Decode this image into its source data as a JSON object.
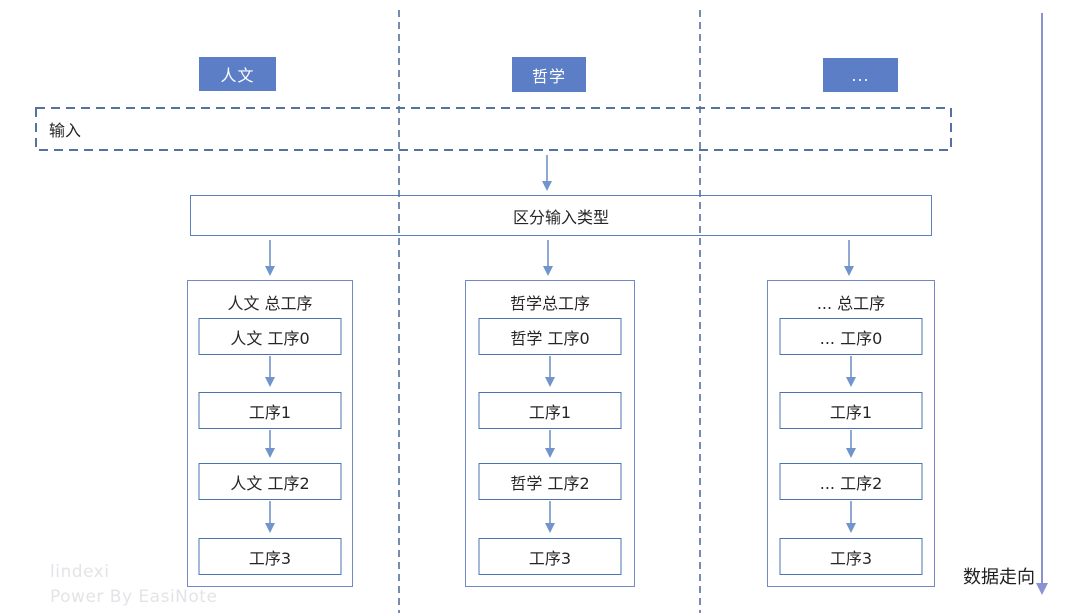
{
  "headers": [
    {
      "label": "人文"
    },
    {
      "label": "哲学"
    },
    {
      "label": "..."
    }
  ],
  "input_box": {
    "label": "输入"
  },
  "classifier": {
    "label": "区分输入类型"
  },
  "columns": [
    {
      "title": "人文 总工序",
      "steps": [
        "人文 工序0",
        "工序1",
        "人文 工序2",
        "工序3"
      ]
    },
    {
      "title": "哲学总工序",
      "steps": [
        "哲学 工序0",
        "工序1",
        "哲学 工序2",
        "工序3"
      ]
    },
    {
      "title": "... 总工序",
      "steps": [
        "... 工序0",
        "工序1",
        "... 工序2",
        "工序3"
      ]
    }
  ],
  "data_flow_label": "数据走向",
  "watermark": {
    "line1": "lindexi",
    "line2": "Power By EasiNote"
  },
  "colors": {
    "header_fill": "#5b7ec6",
    "header_text": "#ffffff",
    "process_border": "#4a74b0",
    "container_border": "#7289c5",
    "classifier_border": "#5c81ba",
    "dashed_line": "#54719f",
    "arrow": "#7195ca",
    "data_flow_arrow": "#8a92d0",
    "text": "#262626",
    "watermark": "#e4e4e8"
  }
}
